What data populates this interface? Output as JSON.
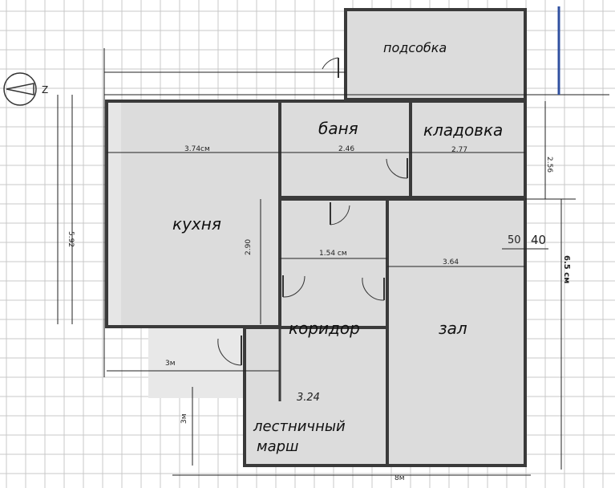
{
  "rooms": {
    "podsobka": "подсобка",
    "banya": "баня",
    "kladovka": "кладовка",
    "kuhnya": "кухня",
    "koridor": "коридор",
    "zal": "зал",
    "marsh_line1": "лестничный",
    "marsh_line2": "марш"
  },
  "dimensions": {
    "kitchen_width": "3.74см",
    "bath_width": "2.46",
    "storage_width": "2.77",
    "storage_height": "2.56",
    "total_height_left": "5.92",
    "kitchen_inner_height": "2.90",
    "corridor_width": "1.54 см",
    "hall_width": "3.64",
    "wall_50": "50",
    "wall_40": "40",
    "right_height": "6.5 см",
    "stair_offset": "3м",
    "stair_height": "3м",
    "stair_width": "3.24",
    "total_width": "8м"
  },
  "compass": {
    "north_label": "Z"
  },
  "colors": {
    "room_fill": "#dcdcdc",
    "grid": "#c8c8c8",
    "wall": "#3a3a3a",
    "blue_marker": "#3050a0"
  }
}
